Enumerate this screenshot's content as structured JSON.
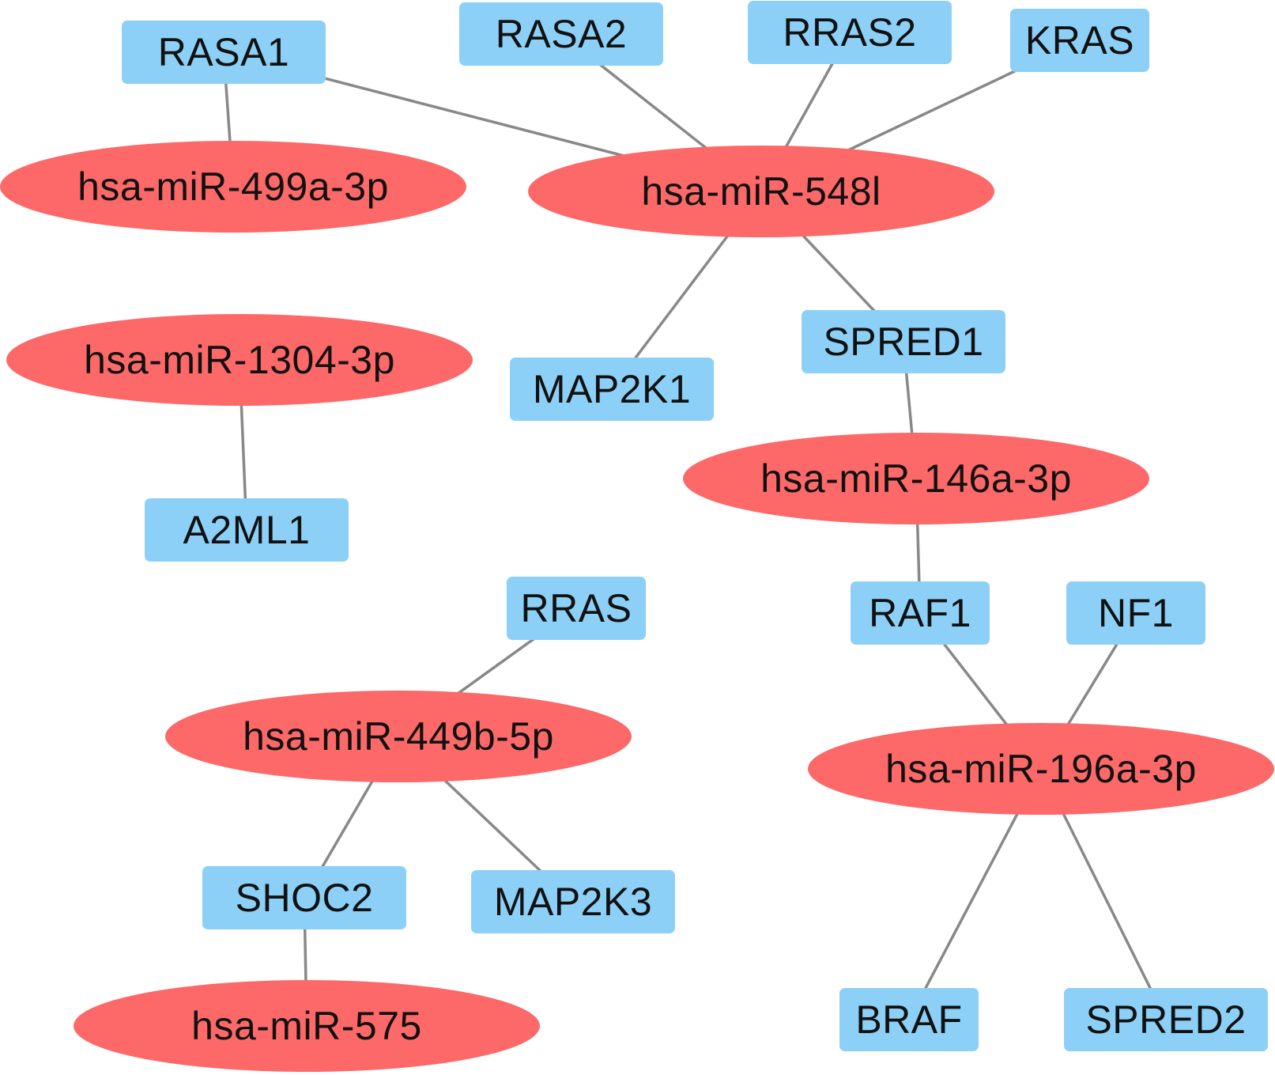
{
  "colors": {
    "mirna": "#fd6868",
    "gene": "#8dd0f7",
    "edge": "#888888",
    "text": "#111111"
  },
  "nodes": [
    {
      "id": "RASA1",
      "label": "RASA1",
      "kind": "gene"
    },
    {
      "id": "RASA2",
      "label": "RASA2",
      "kind": "gene"
    },
    {
      "id": "RRAS2",
      "label": "RRAS2",
      "kind": "gene"
    },
    {
      "id": "KRAS",
      "label": "KRAS",
      "kind": "gene"
    },
    {
      "id": "MAP2K1",
      "label": "MAP2K1",
      "kind": "gene"
    },
    {
      "id": "SPRED1",
      "label": "SPRED1",
      "kind": "gene"
    },
    {
      "id": "A2ML1",
      "label": "A2ML1",
      "kind": "gene"
    },
    {
      "id": "RRAS",
      "label": "RRAS",
      "kind": "gene"
    },
    {
      "id": "RAF1",
      "label": "RAF1",
      "kind": "gene"
    },
    {
      "id": "NF1",
      "label": "NF1",
      "kind": "gene"
    },
    {
      "id": "SHOC2",
      "label": "SHOC2",
      "kind": "gene"
    },
    {
      "id": "MAP2K3",
      "label": "MAP2K3",
      "kind": "gene"
    },
    {
      "id": "BRAF",
      "label": "BRAF",
      "kind": "gene"
    },
    {
      "id": "SPRED2",
      "label": "SPRED2",
      "kind": "gene"
    },
    {
      "id": "miR-499a-3p",
      "label": "hsa-miR-499a-3p",
      "kind": "mirna"
    },
    {
      "id": "miR-548l",
      "label": "hsa-miR-548l",
      "kind": "mirna"
    },
    {
      "id": "miR-1304-3p",
      "label": "hsa-miR-1304-3p",
      "kind": "mirna"
    },
    {
      "id": "miR-146a-3p",
      "label": "hsa-miR-146a-3p",
      "kind": "mirna"
    },
    {
      "id": "miR-449b-5p",
      "label": "hsa-miR-449b-5p",
      "kind": "mirna"
    },
    {
      "id": "miR-196a-3p",
      "label": "hsa-miR-196a-3p",
      "kind": "mirna"
    },
    {
      "id": "miR-575",
      "label": "hsa-miR-575",
      "kind": "mirna"
    }
  ],
  "edges": [
    [
      "RASA1",
      "miR-499a-3p"
    ],
    [
      "RASA1",
      "miR-548l"
    ],
    [
      "RASA2",
      "miR-548l"
    ],
    [
      "RRAS2",
      "miR-548l"
    ],
    [
      "KRAS",
      "miR-548l"
    ],
    [
      "miR-548l",
      "MAP2K1"
    ],
    [
      "miR-548l",
      "SPRED1"
    ],
    [
      "miR-1304-3p",
      "A2ML1"
    ],
    [
      "SPRED1",
      "miR-146a-3p"
    ],
    [
      "miR-146a-3p",
      "RAF1"
    ],
    [
      "RAF1",
      "miR-196a-3p"
    ],
    [
      "NF1",
      "miR-196a-3p"
    ],
    [
      "miR-196a-3p",
      "BRAF"
    ],
    [
      "miR-196a-3p",
      "SPRED2"
    ],
    [
      "RRAS",
      "miR-449b-5p"
    ],
    [
      "miR-449b-5p",
      "SHOC2"
    ],
    [
      "miR-449b-5p",
      "MAP2K3"
    ],
    [
      "SHOC2",
      "miR-575"
    ]
  ]
}
